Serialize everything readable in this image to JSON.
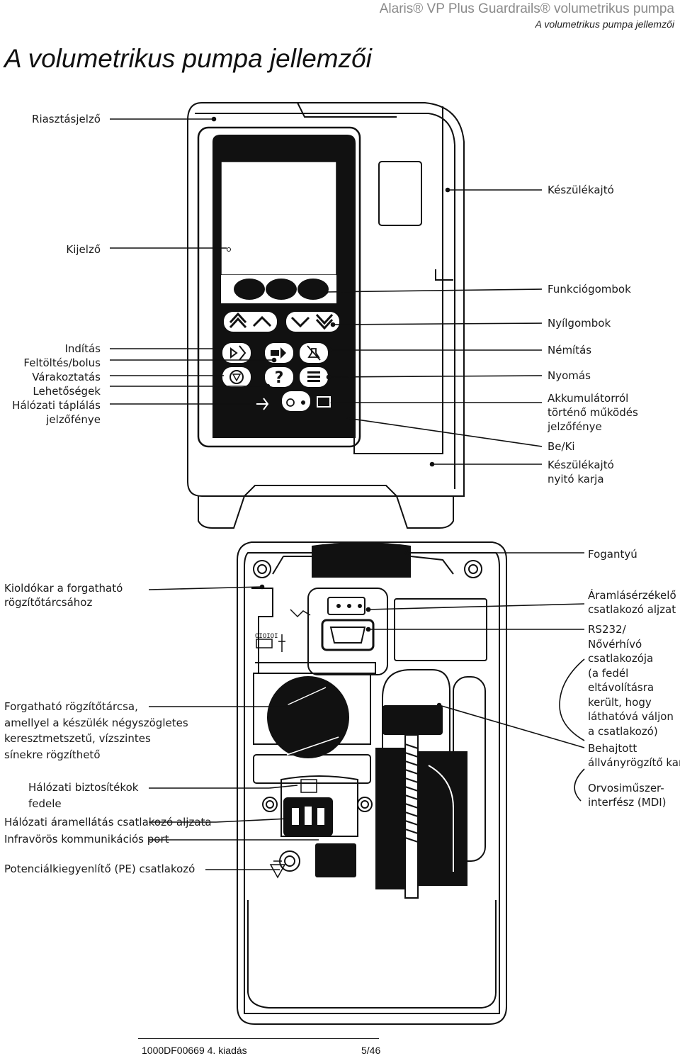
{
  "header": {
    "product": "Alaris® VP Plus Guardrails® volumetrikus pumpa",
    "section": "A volumetrikus pumpa jellemzői"
  },
  "page_title": "A volumetrikus pumpa jellemzői",
  "front_labels": {
    "alarm": "Riasztásjelző",
    "door": "Készülékajtó",
    "display": "Kijelző",
    "function_keys": "Funkciógombok",
    "arrow_keys": "Nyílgombok",
    "left_group": [
      "Indítás",
      "Feltöltés/bolus",
      "Várakoztatás",
      "Lehetőségek",
      "Hálózati táplálás",
      "jelzőfénye"
    ],
    "mute": "Némítás",
    "pressure": "Nyomás",
    "battery": [
      "Akkumulátorról",
      "történő működés",
      "jelzőfénye"
    ],
    "on_off": "Be/Ki",
    "door_lever": [
      "Készülékajtó",
      "nyitó karja"
    ]
  },
  "rear_labels": {
    "handle": "Fogantyú",
    "release_lever": [
      "Kioldókar a forgatható",
      "rögzítőtárcsához"
    ],
    "flow_sensor": [
      "Áramlásérzékelő",
      "csatlakozó aljzat"
    ],
    "rs232": [
      "RS232/",
      "Nővérhívó",
      "csatlakozója",
      "(a fedél",
      "eltávolításra",
      "került, hogy",
      "láthatóvá váljon",
      "a csatlakozó)"
    ],
    "clamp_dial": [
      "Forgatható rögzítőtárcsa,",
      "amellyel a készülék négyszögletes",
      "keresztmetszetű, vízszintes",
      "sínekre rögzíthető"
    ],
    "pole_clamp": [
      "Behajtott",
      "állványrögzítő kar"
    ],
    "fuse_cover": [
      "Hálózati biztosítékok",
      "fedele"
    ],
    "mdi": [
      "Orvosiműszer-",
      "interfész (MDI)"
    ],
    "power_socket": "Hálózati áramellátás csatlakozó aljzata",
    "ir_port": "Infravörös kommunikációs port",
    "pe_connector": "Potenciálkiegyenlítő (PE) csatlakozó"
  },
  "footer": {
    "doc_id": "1000DF00669 4. kiadás",
    "page": "5/46"
  }
}
